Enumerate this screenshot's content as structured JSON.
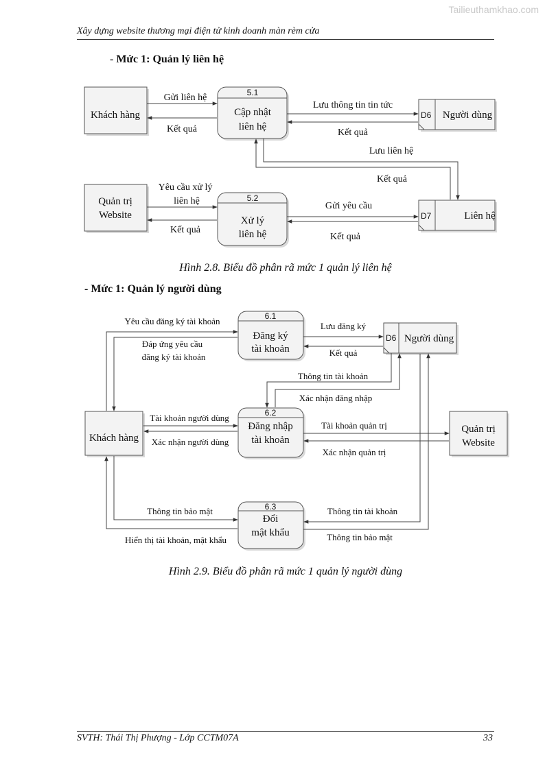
{
  "watermark": "Tailieuthamkhao.com",
  "header": {
    "title": "Xây dựng website thương mại điện tử kinh doanh màn rèm cửa"
  },
  "section1": {
    "heading": "- Mức 1: Quản lý liên hệ",
    "entities": {
      "khach_hang": "Khách hàng",
      "quan_tri_l1": "Quản trị",
      "quan_tri_l2": "Website"
    },
    "processes": [
      {
        "num": "5.1",
        "l1": "Cập nhật",
        "l2": "liên hệ"
      },
      {
        "num": "5.2",
        "l1": "Xử lý",
        "l2": "liên hệ"
      }
    ],
    "stores": [
      {
        "id": "D6",
        "name": "Người dùng"
      },
      {
        "id": "D7",
        "name": "Liên hệ"
      }
    ],
    "flows": {
      "gui_lien_he": "Gửi liên hệ",
      "ket_qua_kh": "Kết quả",
      "luu_thong_tin": "Lưu thông tin tin tức",
      "ket_qua_d6": "Kết quả",
      "luu_lien_he": "Lưu liên hệ",
      "ket_qua_d7_51": "Kết quả",
      "yeu_cau_xu_ly_l1": "Yêu cầu xử lý",
      "yeu_cau_xu_ly_l2": "liên hệ",
      "ket_qua_qt": "Kết quả",
      "gui_yeu_cau": "Gửi yêu cầu",
      "ket_qua_d7": "Kết quả"
    },
    "caption": "Hình 2.8. Biểu đồ phân rã mức 1 quản lý liên hệ"
  },
  "section2": {
    "heading": "- Mức 1: Quản lý người dùng",
    "entities": {
      "khach_hang": "Khách hàng",
      "quan_tri_l1": "Quản trị",
      "quan_tri_l2": "Website"
    },
    "processes": [
      {
        "num": "6.1",
        "l1": "Đăng ký",
        "l2": "tài khoản"
      },
      {
        "num": "6.2",
        "l1": "Đăng nhập",
        "l2": "tài khoản"
      },
      {
        "num": "6.3",
        "l1": "Đổi",
        "l2": "mật khẩu"
      }
    ],
    "store": {
      "id": "D6",
      "name": "Người dùng"
    },
    "flows": {
      "yeu_cau_dang_ky": "Yêu cầu đăng ký tài khoản",
      "dap_ung_l1": "Đáp ứng yêu cầu",
      "dap_ung_l2": "đăng ký tài khoản",
      "luu_dang_ky": "Lưu đăng ký",
      "ket_qua": "Kết quả",
      "thong_tin_tai_khoan_d6": "Thông tin tài khoản",
      "xac_nhan_dang_nhap": "Xác nhận đăng nhập",
      "tai_khoan_nguoi_dung": "Tài khoản người dùng",
      "xac_nhan_nguoi_dung": "Xác nhận người dùng",
      "tai_khoan_quan_tri": "Tài khoản quản trị",
      "xac_nhan_quan_tri": "Xác nhận quản trị",
      "thong_tin_bao_mat_kh": "Thông tin bảo mật",
      "hien_thi": "Hiển thị tài khoản, mật khẩu",
      "thong_tin_tai_khoan_63": "Thông tin tài khoản",
      "thong_tin_bao_mat_d6": "Thông tin bảo mật"
    },
    "caption": "Hình 2.9. Biểu đồ phân rã mức 1 quản lý người dùng"
  },
  "footer": {
    "left": "SVTH: Thái Thị Phượng - Lớp CCTM07A",
    "page": "33"
  }
}
